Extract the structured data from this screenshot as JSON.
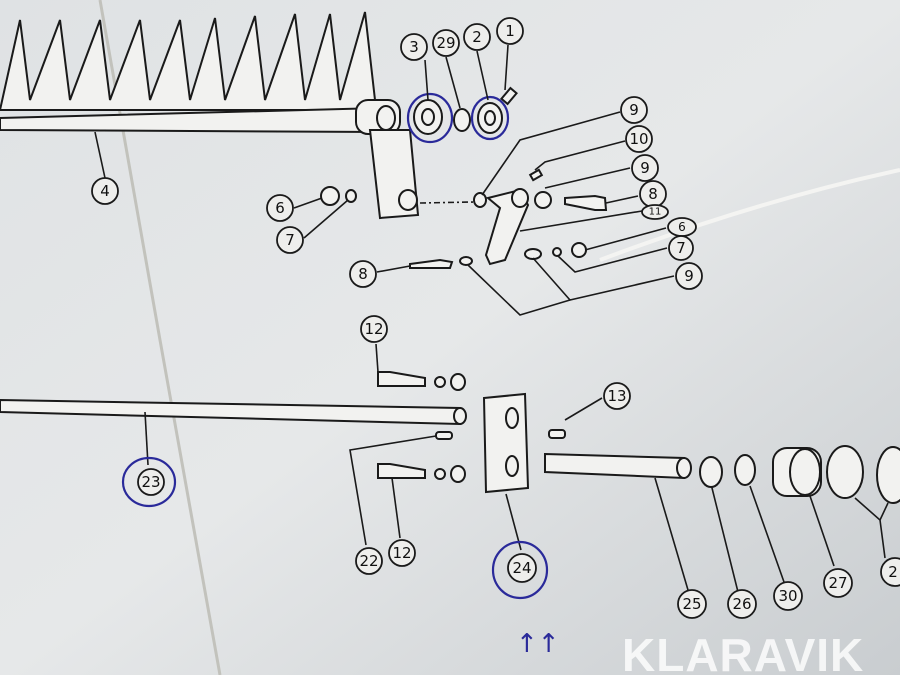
{
  "diagram": {
    "callouts_top": [
      "3",
      "29",
      "2",
      "1",
      "4"
    ],
    "callouts_linkage": [
      "9",
      "10",
      "9",
      "8",
      "11",
      "6",
      "7",
      "9",
      "6",
      "7",
      "8"
    ],
    "callouts_lower": [
      "12",
      "13",
      "23",
      "22",
      "12",
      "24",
      "25",
      "26",
      "30",
      "27",
      "2"
    ],
    "annotation_arrow": "↑↑",
    "pen_color": "#2a2a9a"
  },
  "watermark": "KLARAVIK"
}
